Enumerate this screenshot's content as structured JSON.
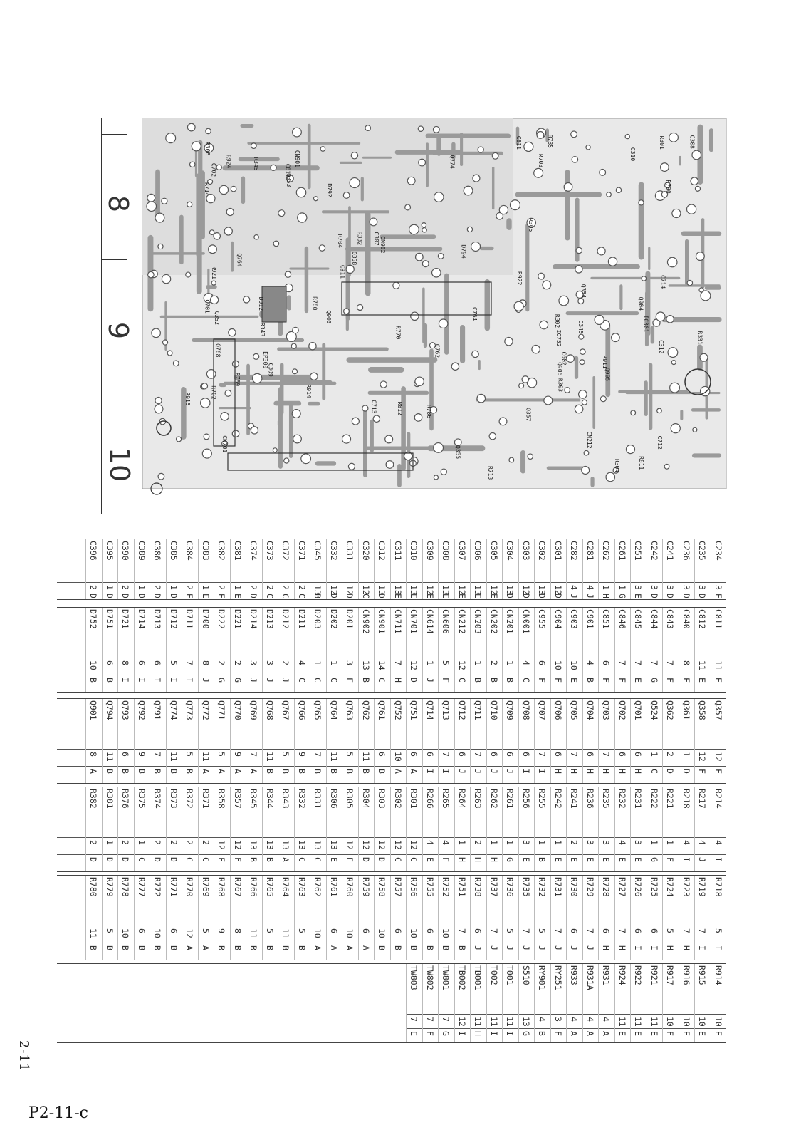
{
  "ruler": {
    "marks": [
      "8",
      "9",
      "10"
    ]
  },
  "board_labels": [
    "IC752",
    "IC301",
    "CN701",
    "CN901",
    "CN902",
    "CN212",
    "R702",
    "R703",
    "R704",
    "R713",
    "R714",
    "C701",
    "C702",
    "C712",
    "C713",
    "C714",
    "C762",
    "C764",
    "C307",
    "C309",
    "C308",
    "C310",
    "C311",
    "C312",
    "C811",
    "C812",
    "C602",
    "Q352",
    "Q353",
    "Q354",
    "Q355",
    "Q357",
    "Q358",
    "Q903",
    "Q904",
    "Q905",
    "Q906",
    "D912",
    "R786",
    "R789",
    "R790",
    "R785",
    "R811",
    "R812",
    "R911",
    "R914",
    "R915",
    "R924",
    "R922",
    "R921",
    "R331",
    "R332",
    "R301",
    "R302",
    "R303",
    "R304",
    "R305",
    "R306",
    "R343",
    "R345",
    "C345",
    "D792",
    "D794",
    "Q768",
    "Q774",
    "Q764",
    "R770",
    "EP300",
    "R780"
  ],
  "tables": [
    {
      "rows": [
        [
          "C234",
          "3",
          "E"
        ],
        [
          "C235",
          "3",
          "D"
        ],
        [
          "C236",
          "3",
          "D"
        ],
        [
          "C241",
          "3",
          "D"
        ],
        [
          "C242",
          "3",
          "D"
        ],
        [
          "C251",
          "3",
          "E"
        ],
        [
          "C261",
          "1",
          "G"
        ],
        [
          "C262",
          "1",
          "H"
        ],
        [
          "C281",
          "4",
          "J"
        ],
        [
          "C282",
          "4",
          "J"
        ],
        [
          "C301",
          "12",
          "D"
        ],
        [
          "C302",
          "13",
          "D"
        ],
        [
          "C303",
          "12",
          "D"
        ],
        [
          "C304",
          "13",
          "D"
        ],
        [
          "C305",
          "12",
          "E"
        ],
        [
          "C306",
          "13",
          "E"
        ],
        [
          "C307",
          "12",
          "E"
        ],
        [
          "C308",
          "13",
          "E"
        ],
        [
          "C309",
          "12",
          "E"
        ],
        [
          "C310",
          "13",
          "E"
        ],
        [
          "C311",
          "13",
          "E"
        ],
        [
          "C312",
          "13",
          "D"
        ],
        [
          "C320",
          "12",
          "C"
        ],
        [
          "C331",
          "12",
          "D"
        ],
        [
          "C332",
          "12",
          "D"
        ],
        [
          "C345",
          "13",
          "B"
        ],
        [
          "C371",
          "2",
          "C"
        ],
        [
          "C372",
          "2",
          "C"
        ],
        [
          "C373",
          "2",
          "C"
        ],
        [
          "C374",
          "2",
          "D"
        ],
        [
          "C381",
          "1",
          "E"
        ],
        [
          "C382",
          "2",
          "E"
        ],
        [
          "C383",
          "1",
          "E"
        ],
        [
          "C384",
          "2",
          "E"
        ],
        [
          "C385",
          "1",
          "D"
        ],
        [
          "C386",
          "2",
          "D"
        ],
        [
          "C389",
          "1",
          "D"
        ],
        [
          "C390",
          "2",
          "D"
        ],
        [
          "C395",
          "1",
          "D"
        ],
        [
          "C396",
          "2",
          "D"
        ]
      ]
    },
    {
      "rows": [
        [
          "C811",
          "11",
          "E"
        ],
        [
          "C812",
          "11",
          "E"
        ],
        [
          "C840",
          "8",
          "F"
        ],
        [
          "C843",
          "7",
          "F"
        ],
        [
          "C844",
          "7",
          "G"
        ],
        [
          "C845",
          "7",
          "E"
        ],
        [
          "C846",
          "7",
          "F"
        ],
        [
          "C851",
          "6",
          "F"
        ],
        [
          "C901",
          "4",
          "B"
        ],
        [
          "C903",
          "10",
          "E"
        ],
        [
          "C904",
          "10",
          "F"
        ],
        [
          "C955",
          "6",
          "F"
        ],
        [
          "CN001",
          "4",
          "C"
        ],
        [
          "CN201",
          "1",
          "B"
        ],
        [
          "CN202",
          "2",
          "B"
        ],
        [
          "CN203",
          "1",
          "B"
        ],
        [
          "CN212",
          "12",
          "C"
        ],
        [
          "CN606",
          "5",
          "F"
        ],
        [
          "CN614",
          "1",
          "J"
        ],
        [
          "CN701",
          "12",
          "D"
        ],
        [
          "CN711",
          "7",
          "H"
        ],
        [
          "CN901",
          "14",
          "C"
        ],
        [
          "CN902",
          "13",
          "B"
        ],
        [
          "D201",
          "3",
          "F"
        ],
        [
          "D202",
          "1",
          "C"
        ],
        [
          "D203",
          "1",
          "C"
        ],
        [
          "D211",
          "4",
          "C"
        ],
        [
          "D212",
          "2",
          "J"
        ],
        [
          "D213",
          "3",
          "J"
        ],
        [
          "D214",
          "3",
          "J"
        ],
        [
          "D221",
          "2",
          "G"
        ],
        [
          "D222",
          "2",
          "G"
        ],
        [
          "D700",
          "8",
          "J"
        ],
        [
          "D711",
          "7",
          "I"
        ],
        [
          "D712",
          "5",
          "I"
        ],
        [
          "D713",
          "6",
          "I"
        ],
        [
          "D714",
          "6",
          "I"
        ],
        [
          "D721",
          "8",
          "I"
        ],
        [
          "D751",
          "6",
          "B"
        ],
        [
          "D752",
          "10",
          "B"
        ]
      ]
    },
    {
      "rows": [
        [
          "Q357",
          "12",
          "F"
        ],
        [
          "Q358",
          "12",
          "F"
        ],
        [
          "Q361",
          "1",
          "D"
        ],
        [
          "Q362",
          "2",
          "D"
        ],
        [
          "Q524",
          "1",
          "C"
        ],
        [
          "Q701",
          "6",
          "H"
        ],
        [
          "Q702",
          "6",
          "H"
        ],
        [
          "Q703",
          "7",
          "H"
        ],
        [
          "Q704",
          "6",
          "H"
        ],
        [
          "Q705",
          "7",
          "H"
        ],
        [
          "Q706",
          "6",
          "H"
        ],
        [
          "Q707",
          "7",
          "I"
        ],
        [
          "Q708",
          "6",
          "I"
        ],
        [
          "Q709",
          "6",
          "J"
        ],
        [
          "Q710",
          "6",
          "J"
        ],
        [
          "Q711",
          "7",
          "J"
        ],
        [
          "Q712",
          "6",
          "J"
        ],
        [
          "Q713",
          "7",
          "I"
        ],
        [
          "Q714",
          "6",
          "I"
        ],
        [
          "Q751",
          "6",
          "A"
        ],
        [
          "Q752",
          "10",
          "A"
        ],
        [
          "Q761",
          "6",
          "B"
        ],
        [
          "Q762",
          "11",
          "B"
        ],
        [
          "Q763",
          "5",
          "B"
        ],
        [
          "Q764",
          "11",
          "B"
        ],
        [
          "Q765",
          "7",
          "B"
        ],
        [
          "Q766",
          "9",
          "B"
        ],
        [
          "Q767",
          "5",
          "B"
        ],
        [
          "Q768",
          "11",
          "B"
        ],
        [
          "Q769",
          "7",
          "A"
        ],
        [
          "Q770",
          "9",
          "A"
        ],
        [
          "Q771",
          "5",
          "A"
        ],
        [
          "Q772",
          "11",
          "A"
        ],
        [
          "Q773",
          "5",
          "B"
        ],
        [
          "Q774",
          "11",
          "B"
        ],
        [
          "Q791",
          "7",
          "B"
        ],
        [
          "Q792",
          "9",
          "B"
        ],
        [
          "Q793",
          "6",
          "B"
        ],
        [
          "Q794",
          "11",
          "B"
        ],
        [
          "Q901",
          "8",
          "A"
        ]
      ]
    },
    {
      "rows": [
        [
          "R214",
          "4",
          "I"
        ],
        [
          "R217",
          "4",
          "J"
        ],
        [
          "R218",
          "4",
          "I"
        ],
        [
          "R221",
          "1",
          "F"
        ],
        [
          "R222",
          "1",
          "G"
        ],
        [
          "R231",
          "3",
          "E"
        ],
        [
          "R232",
          "4",
          "E"
        ],
        [
          "R235",
          "3",
          "E"
        ],
        [
          "R236",
          "3",
          "E"
        ],
        [
          "R241",
          "2",
          "E"
        ],
        [
          "R242",
          "1",
          "E"
        ],
        [
          "R255",
          "1",
          "B"
        ],
        [
          "R256",
          "3",
          "E"
        ],
        [
          "R261",
          "1",
          "G"
        ],
        [
          "R262",
          "1",
          "H"
        ],
        [
          "R263",
          "2",
          "H"
        ],
        [
          "R264",
          "1",
          "H"
        ],
        [
          "R265",
          "4",
          "F"
        ],
        [
          "R266",
          "4",
          "E"
        ],
        [
          "R301",
          "12",
          "C"
        ],
        [
          "R302",
          "12",
          "C"
        ],
        [
          "R303",
          "12",
          "D"
        ],
        [
          "R304",
          "12",
          "D"
        ],
        [
          "R305",
          "12",
          "E"
        ],
        [
          "R306",
          "13",
          "E"
        ],
        [
          "R331",
          "13",
          "C"
        ],
        [
          "R332",
          "13",
          "C"
        ],
        [
          "R343",
          "13",
          "A"
        ],
        [
          "R344",
          "13",
          "B"
        ],
        [
          "R345",
          "13",
          "B"
        ],
        [
          "R357",
          "12",
          "F"
        ],
        [
          "R358",
          "12",
          "F"
        ],
        [
          "R371",
          "2",
          "C"
        ],
        [
          "R372",
          "2",
          "C"
        ],
        [
          "R373",
          "2",
          "D"
        ],
        [
          "R374",
          "2",
          "D"
        ],
        [
          "R375",
          "1",
          "C"
        ],
        [
          "R376",
          "2",
          "D"
        ],
        [
          "R381",
          "1",
          "D"
        ],
        [
          "R382",
          "2",
          "D"
        ]
      ]
    },
    {
      "rows": [
        [
          "R718",
          "5",
          "I"
        ],
        [
          "R719",
          "7",
          "I"
        ],
        [
          "R723",
          "7",
          "H"
        ],
        [
          "R724",
          "5",
          "H"
        ],
        [
          "R725",
          "6",
          "I"
        ],
        [
          "R726",
          "6",
          "I"
        ],
        [
          "R727",
          "7",
          "H"
        ],
        [
          "R728",
          "6",
          "H"
        ],
        [
          "R729",
          "7",
          "J"
        ],
        [
          "R730",
          "6",
          "J"
        ],
        [
          "R731",
          "7",
          "J"
        ],
        [
          "R732",
          "5",
          "J"
        ],
        [
          "R735",
          "7",
          "J"
        ],
        [
          "R736",
          "5",
          "J"
        ],
        [
          "R737",
          "7",
          "J"
        ],
        [
          "R738",
          "6",
          "J"
        ],
        [
          "R751",
          "7",
          "B"
        ],
        [
          "R752",
          "10",
          "B"
        ],
        [
          "R755",
          "6",
          "B"
        ],
        [
          "R756",
          "10",
          "B"
        ],
        [
          "R757",
          "6",
          "B"
        ],
        [
          "R758",
          "10",
          "B"
        ],
        [
          "R759",
          "6",
          "A"
        ],
        [
          "R760",
          "10",
          "A"
        ],
        [
          "R761",
          "6",
          "A"
        ],
        [
          "R762",
          "10",
          "A"
        ],
        [
          "R763",
          "5",
          "B"
        ],
        [
          "R764",
          "11",
          "B"
        ],
        [
          "R765",
          "5",
          "B"
        ],
        [
          "R766",
          "11",
          "B"
        ],
        [
          "R767",
          "8",
          "B"
        ],
        [
          "R768",
          "9",
          "B"
        ],
        [
          "R769",
          "5",
          "A"
        ],
        [
          "R770",
          "12",
          "A"
        ],
        [
          "R771",
          "6",
          "B"
        ],
        [
          "R772",
          "10",
          "B"
        ],
        [
          "R777",
          "6",
          "B"
        ],
        [
          "R778",
          "10",
          "B"
        ],
        [
          "R779",
          "5",
          "B"
        ],
        [
          "R780",
          "11",
          "B"
        ]
      ]
    },
    {
      "rows": [
        [
          "R914",
          "10",
          "E"
        ],
        [
          "R915",
          "10",
          "E"
        ],
        [
          "R916",
          "10",
          "E"
        ],
        [
          "R917",
          "10",
          "F"
        ],
        [
          "R921",
          "11",
          "E"
        ],
        [
          "R922",
          "11",
          "E"
        ],
        [
          "R924",
          "11",
          "E"
        ],
        [
          "R931",
          "4",
          "A"
        ],
        [
          "R931A",
          "4",
          "A"
        ],
        [
          "R933",
          "4",
          "A"
        ],
        [
          "RY251",
          "3",
          "F"
        ],
        [
          "RY901",
          "4",
          "B"
        ],
        [
          "S510",
          "13",
          "G"
        ],
        [
          "T001",
          "11",
          "I"
        ],
        [
          "T002",
          "11",
          "I"
        ],
        [
          "TB001",
          "11",
          "H"
        ],
        [
          "TB002",
          "12",
          "I"
        ],
        [
          "TW801",
          "7",
          "G"
        ],
        [
          "TW802",
          "7",
          "F"
        ],
        [
          "TW803",
          "7",
          "E"
        ]
      ]
    }
  ],
  "footer": {
    "page_num": "2-11",
    "page_code": "P2-11-c"
  }
}
